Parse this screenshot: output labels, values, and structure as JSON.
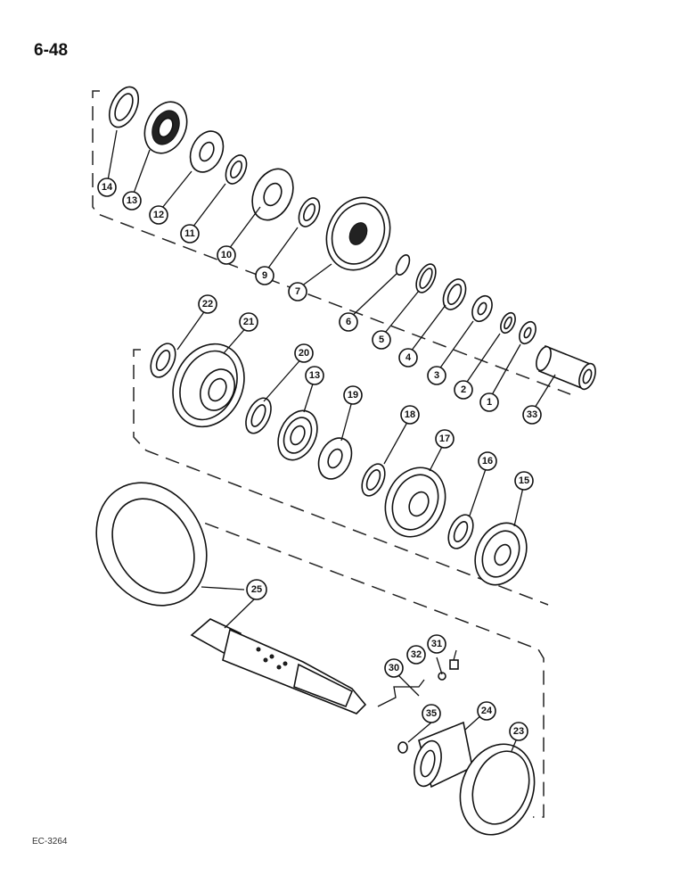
{
  "page": {
    "number": "6-48",
    "figure_code": "EC-3264"
  },
  "callouts": {
    "c1": "1",
    "c2": "2",
    "c3": "3",
    "c4": "4",
    "c5": "5",
    "c6": "6",
    "c7": "7",
    "c9": "9",
    "c10": "10",
    "c11": "11",
    "c12": "12",
    "c13a": "13",
    "c13b": "13",
    "c14": "14",
    "c15": "15",
    "c16": "16",
    "c17": "17",
    "c18": "18",
    "c19": "19",
    "c20": "20",
    "c21": "21",
    "c22": "22",
    "c23": "23",
    "c24": "24",
    "c25": "25",
    "c30": "30",
    "c31": "31",
    "c32": "32",
    "c33": "33",
    "c35": "35"
  }
}
